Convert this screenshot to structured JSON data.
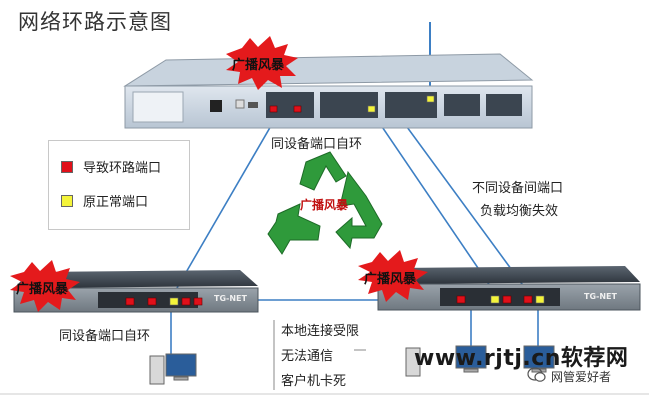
{
  "title": "网络环路示意图",
  "storm_label": "广播风暴",
  "center_storm_label": "广播风暴",
  "labels": {
    "top_self_loop": "同设备端口自环",
    "left_self_loop": "同设备端口自环",
    "cross_device_line1": "不同设备间端口",
    "cross_device_line2": "负载均衡失效",
    "client_line1": "本地连接受限",
    "client_line2": "无法通信",
    "client_line3": "客户机卡死"
  },
  "legend": {
    "items": [
      {
        "label": "导致环路端口",
        "color": "#e0101a"
      },
      {
        "label": "原正常端口",
        "color": "#f4f43a"
      }
    ]
  },
  "switch_brand": "TG-NET",
  "watermark": {
    "site": "www.rjtj.cn软荐网",
    "account": "网管爱好者"
  },
  "colors": {
    "storm_red": "#e41a1c",
    "link_blue": "#3d7fc4",
    "recycle_green": "#2f9a3b",
    "loop_port": "#e0101a",
    "normal_port": "#f4f43a"
  }
}
